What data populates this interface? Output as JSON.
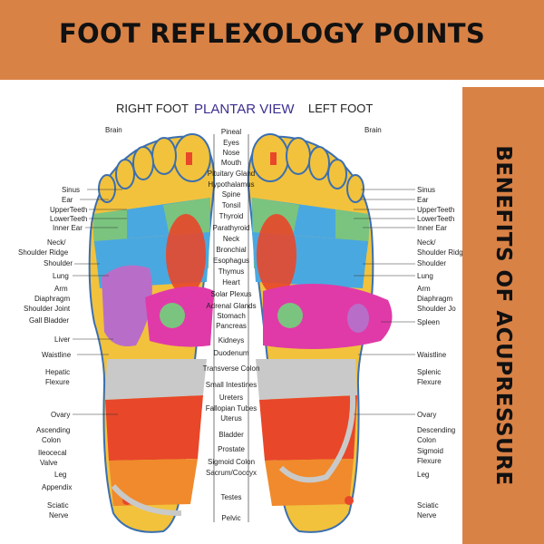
{
  "banner": {
    "title": "FOOT REFLEXOLOGY POINTS"
  },
  "side": {
    "text": "BENEFITS OF ACUPRESSURE"
  },
  "headers": {
    "right_foot": "RIGHT FOOT",
    "view": "PLANTAR VIEW",
    "left_foot": "LEFT FOOT"
  },
  "labels": {
    "brain_r": "Brain",
    "brain_l": "Brain",
    "left_side": [
      "Sinus",
      "Ear",
      "UpperTeeth",
      "LowerTeeth",
      "Inner Ear",
      "Neck/",
      "Shoulder Ridge",
      "Shoulder",
      "Lung",
      "Arm",
      "Diaphragm",
      "Shoulder Joint",
      "Gall Bladder",
      "Liver",
      "Waistline",
      "Hepatic",
      "Flexure",
      "Ovary",
      "Ascending",
      "Colon",
      "Ileocecal",
      "Valve",
      "Leg",
      "Appendix",
      "Sciatic",
      "Nerve"
    ],
    "center": [
      "Pineal",
      "Eyes",
      "Nose",
      "Mouth",
      "Pituitary Gland",
      "Hypothalamus",
      "Spine",
      "Tonsil",
      "Thyroid",
      "Parathyroid",
      "Neck",
      "Bronchial",
      "Esophagus",
      "Thymus",
      "Heart",
      "Solar Plexus",
      "Adrenal Glands",
      "Stomach",
      "Pancreas",
      "Kidneys",
      "Duodenum",
      "Transverse Colon",
      "Small Intestines",
      "Ureters",
      "Fallopian Tubes",
      "Uterus",
      "Bladder",
      "Prostate",
      "Sigmoid Colon",
      "Sacrum/Coccyx",
      "Testes",
      "Pelvic"
    ],
    "right_side": [
      "Sinus",
      "Ear",
      "UpperTeeth",
      "LowerTeeth",
      "Inner Ear",
      "Neck/",
      "Shoulder Ridge",
      "Shoulder",
      "Lung",
      "Arm",
      "Diaphragm",
      "Shoulder Jo",
      "Spleen",
      "Waistline",
      "Splenic",
      "Flexure",
      "Ovary",
      "Descending",
      "Colon",
      "Sigmoid",
      "Flexure",
      "Leg",
      "Sciatic",
      "Nerve"
    ]
  },
  "colors": {
    "banner": "#d98246",
    "yellow": "#f2c23c",
    "blue": "#4aa8e0",
    "green": "#7bc47f",
    "red": "#e8472a",
    "orange": "#f08a2c",
    "magenta": "#e03aa8",
    "purple": "#b86ec8",
    "gray": "#c9c9c9"
  }
}
